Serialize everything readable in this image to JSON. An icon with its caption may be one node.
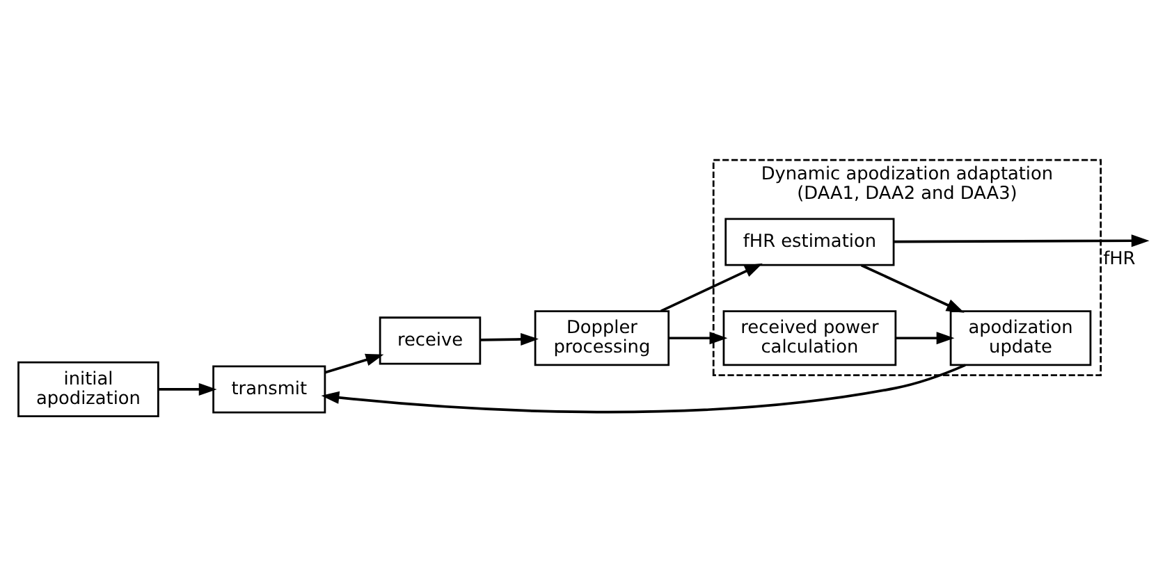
{
  "diagram": {
    "nodes": [
      {
        "text": [
          "initial apodization"
        ]
      },
      {
        "text": [
          "transmit"
        ]
      },
      {
        "text": [
          "receive"
        ]
      },
      {
        "text": [
          "Doppler processing"
        ]
      },
      {
        "text": [
          "Dynamic apodization adaptation (DAA1, DAA2 and DAA3)"
        ]
      },
      {
        "text": [
          "received power calculation"
        ],
        "in": 4
      },
      {
        "text": [
          "fHR estimation"
        ],
        "in": 4
      },
      {
        "text": [
          "apodization update"
        ],
        "in": 4
      }
    ],
    "edges": [
      {
        "from": 0,
        "to": 1,
        "arrow": "to"
      },
      {
        "from": 1,
        "to": 2,
        "arrow": "to"
      },
      {
        "from": 2,
        "to": 3,
        "arrow": "to"
      },
      {
        "from": 3,
        "to": 5,
        "arrow": "to"
      },
      {
        "from": 3,
        "to": 6,
        "arrow": "to"
      },
      {
        "from": 5,
        "to": 7,
        "arrow": "to"
      },
      {
        "from": 6,
        "to": 7,
        "arrow": "to"
      },
      {
        "from": 7,
        "to": 1,
        "arrow": "to"
      },
      {
        "from": 6,
        "to": null,
        "arrow": "to",
        "label": "fHR"
      }
    ]
  }
}
